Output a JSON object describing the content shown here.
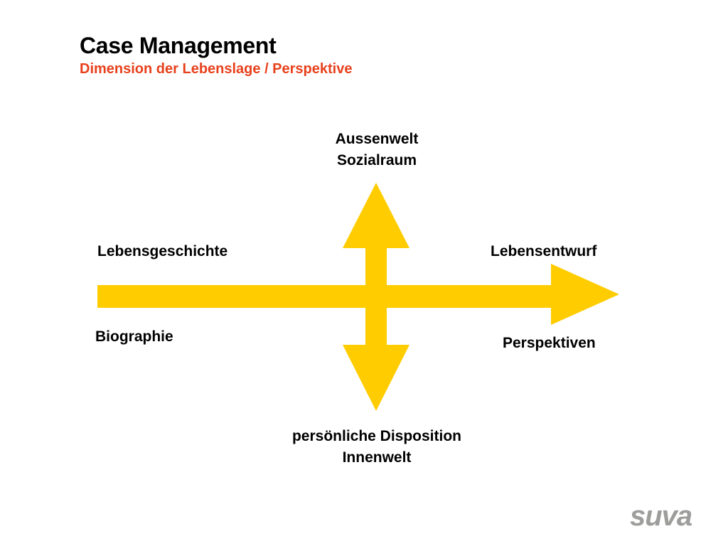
{
  "header": {
    "title": "Case Management",
    "subtitle": "Dimension der Lebenslage / Perspektive"
  },
  "diagram": {
    "top_label_line1": "Aussenwelt",
    "top_label_line2": "Sozialraum",
    "bottom_label_line1": "persönliche Disposition",
    "bottom_label_line2": "Innenwelt",
    "left_label_top": "Lebensgeschichte",
    "left_label_bottom": "Biographie",
    "right_label_top": "Lebensentwurf",
    "right_label_bottom": "Perspektiven"
  },
  "logo": {
    "text": "suva"
  },
  "colors": {
    "arrow": "#FFCC00",
    "subtitle": "#E8401C",
    "logo": "#9D9D9C",
    "text": "#000000"
  }
}
